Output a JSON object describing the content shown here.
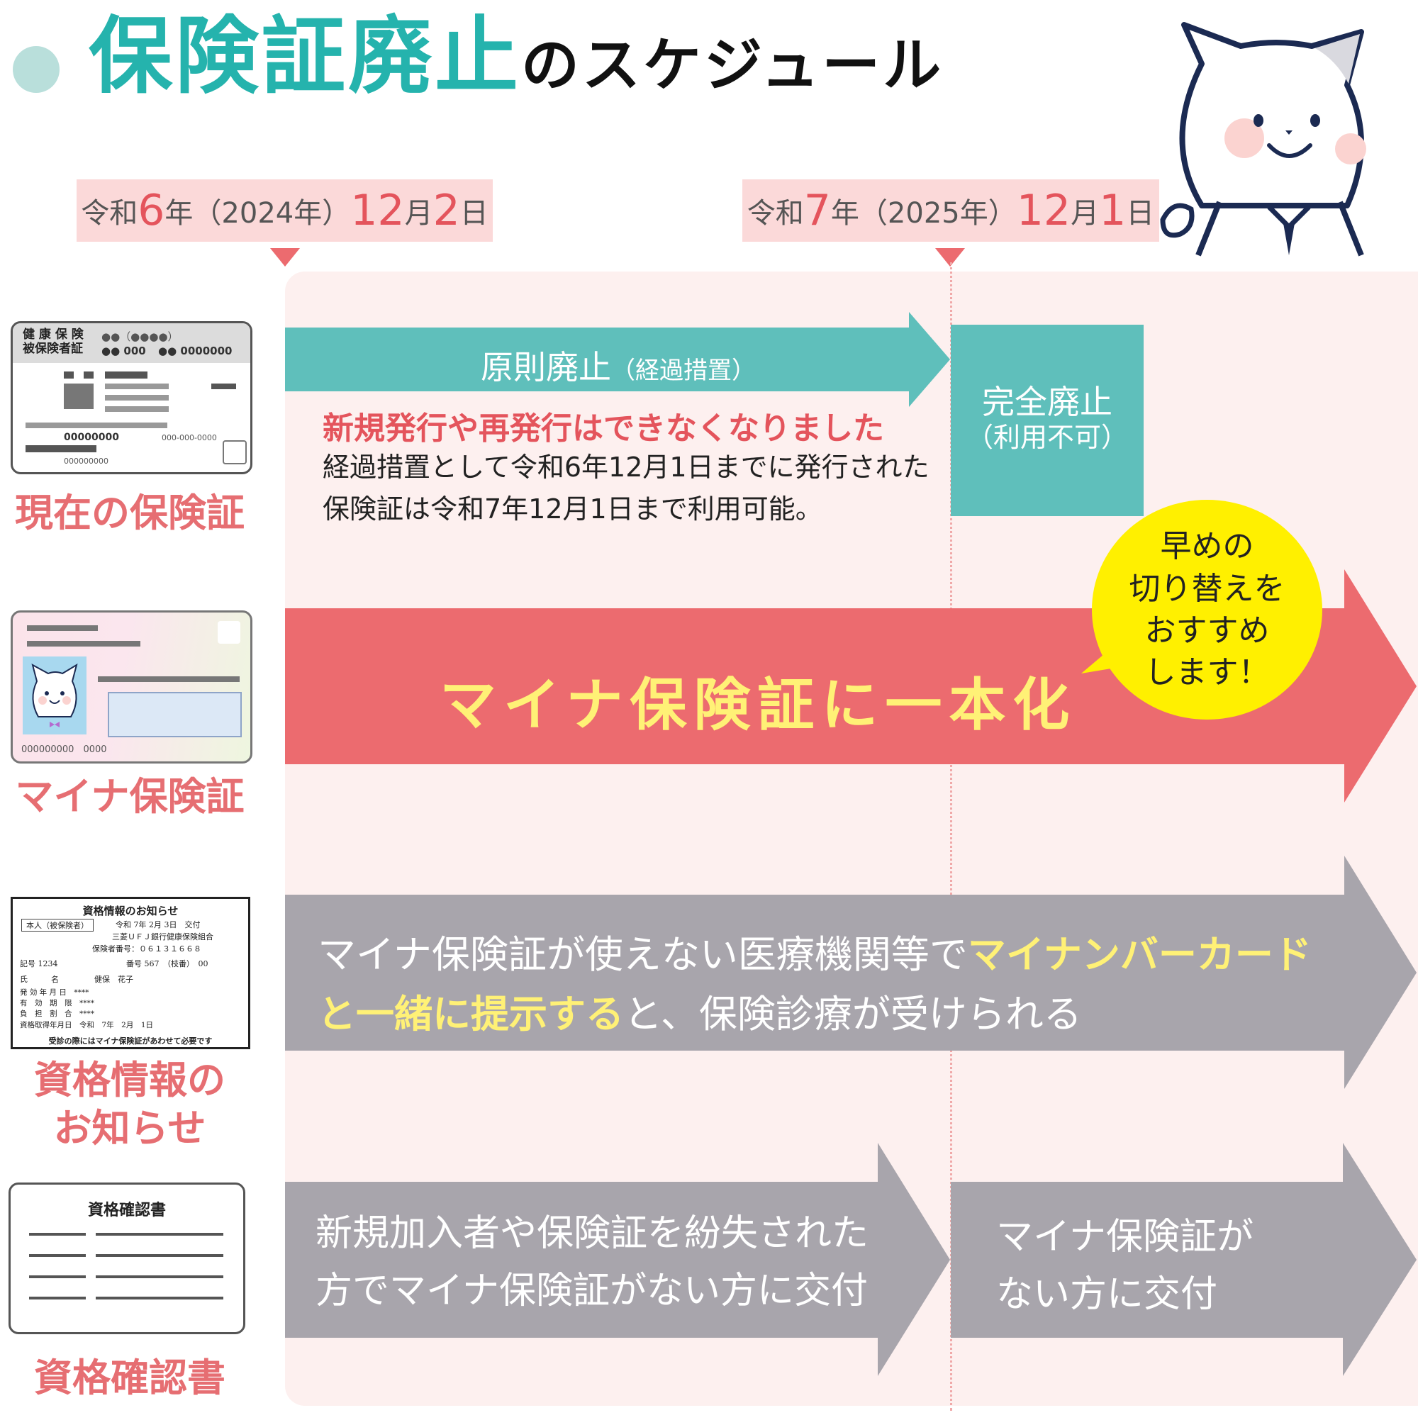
{
  "title": {
    "part1": "保険証廃止",
    "part2": "のスケジュール"
  },
  "dates": [
    {
      "era": "令和",
      "era_year": "6",
      "year_suffix": "年",
      "western": "（2024年）",
      "month": "12",
      "month_suffix": "月",
      "day": "2",
      "day_suffix": "日"
    },
    {
      "era": "令和",
      "era_year": "7",
      "year_suffix": "年",
      "western": "（2025年）",
      "month": "12",
      "month_suffix": "月",
      "day": "1",
      "day_suffix": "日"
    }
  ],
  "rows": {
    "current": {
      "label": "現在の保険証",
      "card": {
        "line1": "健 康 保 険",
        "line2": "被保険者証",
        "code1": "●●（●●●●）",
        "code2": "●● 000",
        "code3": "●● 0000000",
        "number1": "00000000",
        "number2": "000-000-0000",
        "number3": "000000000"
      },
      "phase1": "原則廃止",
      "phase1_sub": "（経過措置）",
      "phase2_line1": "完全廃止",
      "phase2_line2": "（利用不可）",
      "note_red": "新規発行や再発行はできなくなりました",
      "note_body_line1": "経過措置として令和6年12月1日までに発行された",
      "note_body_line2": "保険証は令和7年12月1日まで利用可能。"
    },
    "myna": {
      "label": "マイナ保険証",
      "card_numbers": "000000000　0000",
      "arrow_text": "マイナ保険証に一本化",
      "bubble_lines": [
        "早めの",
        "切り替えを",
        "おすすめ",
        "します！"
      ]
    },
    "notice": {
      "label_line1": "資格情報の",
      "label_line2": "お知らせ",
      "doc": {
        "title": "資格情報のお知らせ",
        "tag": "本人（被保険者）",
        "issue": "令和 7年 2月 3日　交付",
        "insurer": "三菱ＵＦＪ銀行健康保険組合",
        "insurer_no": "保険者番号：０６１３１６６８",
        "kigo": "記号 1234",
        "bango": "番号 567　（枝番）　00",
        "name_label": "氏　　　名",
        "name_value": "健保　花子",
        "f1": "発 効 年 月 日　****",
        "f2": "有　効　期　限　****",
        "f3": "負　担　割　合　****",
        "f4": "資格取得年月日　令和　7年　2月　1日",
        "footer": "受診の際にはマイナ保険証があわせて必要です"
      },
      "text_part1": "マイナ保険証が使えない医療機関等で",
      "text_hl1": "マイナンバーカード",
      "text_hl2": "と一緒に提示する",
      "text_part2": "と、保険診療が受けられる"
    },
    "cert": {
      "label": "資格確認書",
      "doc_title": "資格確認書",
      "left_line1": "新規加入者や保険証を紛失された",
      "left_line2": "方でマイナ保険証がない方に交付",
      "right_line1": "マイナ保険証が",
      "right_line2": "ない方に交付"
    }
  },
  "colors": {
    "teal": "#5fbfbb",
    "red": "#ec6b6f",
    "gray": "#a8a5ac",
    "yellow": "#fff000",
    "highlight": "#fff176"
  },
  "icons": {
    "mascot": "cat-mascot-icon"
  }
}
